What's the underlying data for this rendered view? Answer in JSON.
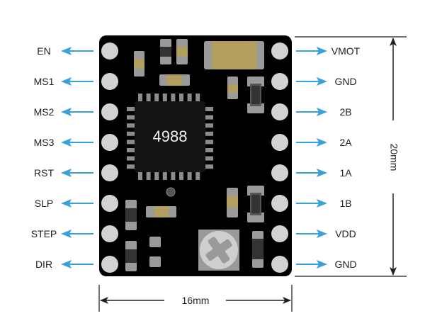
{
  "chip": {
    "label": "4988"
  },
  "left_pins": [
    {
      "label": "EN"
    },
    {
      "label": "MS1"
    },
    {
      "label": "MS2"
    },
    {
      "label": "MS3"
    },
    {
      "label": "RST"
    },
    {
      "label": "SLP"
    },
    {
      "label": "STEP"
    },
    {
      "label": "DIR"
    }
  ],
  "right_pins": [
    {
      "label": "VMOT"
    },
    {
      "label": "GND"
    },
    {
      "label": "2B"
    },
    {
      "label": "2A"
    },
    {
      "label": "1A"
    },
    {
      "label": "1B"
    },
    {
      "label": "VDD"
    },
    {
      "label": "GND"
    }
  ],
  "dimensions": {
    "height_label": "20mm",
    "width_label": "16mm"
  },
  "colors": {
    "board": "#000000",
    "pad": "#d2d2d2",
    "arrow": "#3aa0d8",
    "component_gray": "#9a9a9a",
    "component_dark": "#333333",
    "component_gold": "#b29e5e",
    "dimension_line": "#222222"
  }
}
